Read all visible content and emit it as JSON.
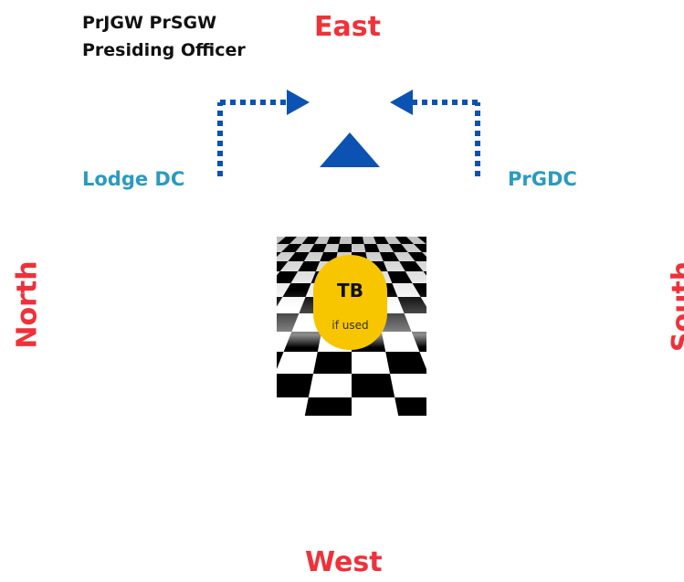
{
  "colors": {
    "compass_text": "#f0313a",
    "role_text": "#2a9bc0",
    "arrow": "#0b52b3",
    "officer_text": "#111111",
    "tb_fill": "#f7c600"
  },
  "officers": {
    "line1": "PrJGW  PrSGW",
    "line2": "Presiding Officer"
  },
  "compass": {
    "east": "East",
    "west": "West",
    "north": "North",
    "south": "South"
  },
  "roles": {
    "left": "Lodge DC",
    "right": "PrGDC"
  },
  "tb": {
    "label": "TB",
    "sublabel": "if used"
  },
  "icons": {
    "pedestal": "triangle-up-icon",
    "left_path": "dotted-arrow-right-icon",
    "right_path": "dotted-arrow-left-icon",
    "floor": "checkered-floor-icon"
  }
}
